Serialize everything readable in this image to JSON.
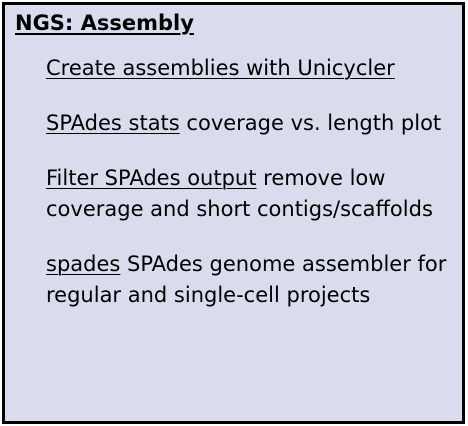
{
  "section": {
    "title": "NGS: Assembly"
  },
  "tools": [
    {
      "link": "Create assemblies with Unicycler",
      "desc": ""
    },
    {
      "link": "SPAdes stats",
      "desc": "coverage vs. length plot"
    },
    {
      "link": "Filter SPAdes output",
      "desc": "remove low coverage and short contigs/scaffolds"
    },
    {
      "link": "spades",
      "desc": "SPAdes genome assembler for regular and single-cell projects"
    }
  ],
  "colors": {
    "panel_background": "#d8dcec",
    "border": "#000000",
    "text": "#000000"
  }
}
